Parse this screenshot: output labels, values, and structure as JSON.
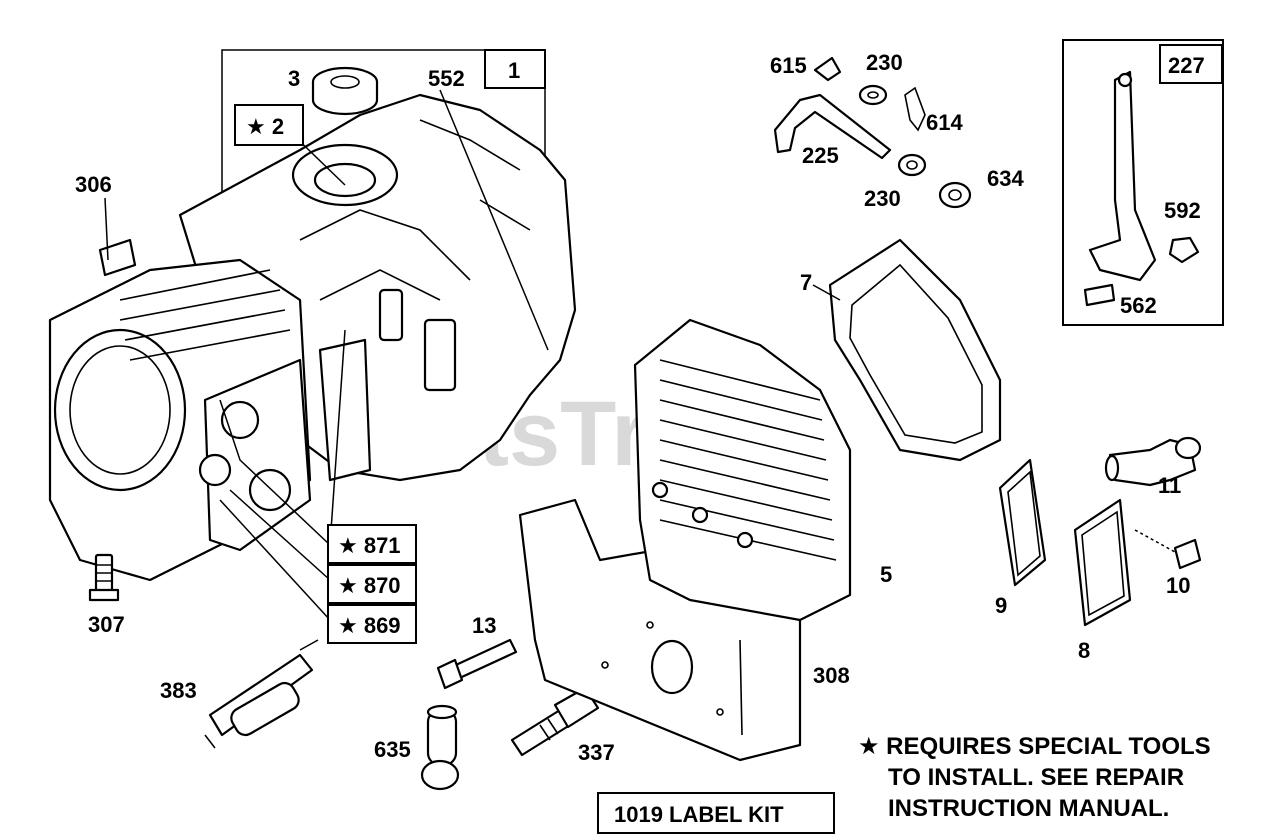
{
  "watermark": {
    "text": "PartsTree",
    "tm": "TM"
  },
  "callouts": {
    "c1": "1",
    "c2": "★ 2",
    "c3": "3",
    "c552": "552",
    "c306": "306",
    "c307": "307",
    "c383": "383",
    "c871": "★ 871",
    "c870": "★ 870",
    "c869": "★ 869",
    "c13": "13",
    "c635": "635",
    "c337": "337",
    "c308": "308",
    "c5": "5",
    "c7": "7",
    "c9": "9",
    "c8": "8",
    "c10": "10",
    "c11": "11",
    "c615": "615",
    "c230a": "230",
    "c614": "614",
    "c225": "225",
    "c230b": "230",
    "c634": "634",
    "c227": "227",
    "c592": "592",
    "c562": "562"
  },
  "label_kit": "1019 LABEL KIT",
  "note": {
    "line1": "★ REQUIRES SPECIAL TOOLS",
    "line2": "TO INSTALL.  SEE REPAIR",
    "line3": "INSTRUCTION MANUAL."
  }
}
